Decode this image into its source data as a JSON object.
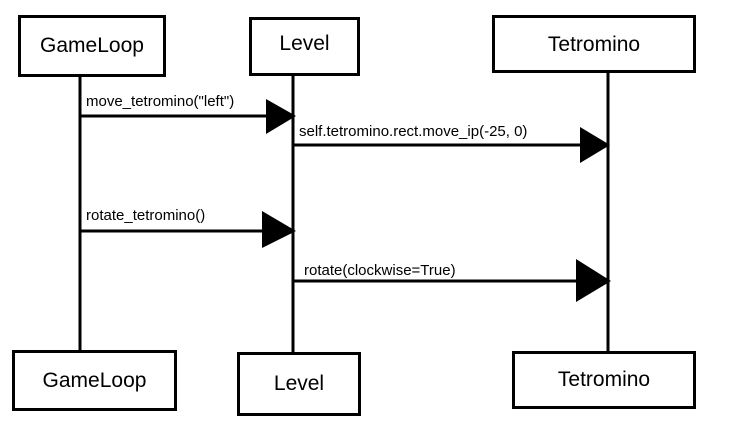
{
  "participants": [
    {
      "id": "gameloop",
      "top_label": "GameLoop",
      "bottom_label": "GameLoop"
    },
    {
      "id": "level",
      "top_label": "Level",
      "bottom_label": "Level"
    },
    {
      "id": "tetromino",
      "top_label": "Tetromino",
      "bottom_label": "Tetromino"
    }
  ],
  "messages": [
    {
      "from": "GameLoop",
      "to": "Level",
      "label": "move_tetromino(\"left\")"
    },
    {
      "from": "Level",
      "to": "Tetromino",
      "label": "self.tetromino.rect.move_ip(-25, 0)"
    },
    {
      "from": "GameLoop",
      "to": "Level",
      "label": "rotate_tetromino()"
    },
    {
      "from": "Level",
      "to": "Tetromino",
      "label": "rotate(clockwise=True)"
    }
  ]
}
